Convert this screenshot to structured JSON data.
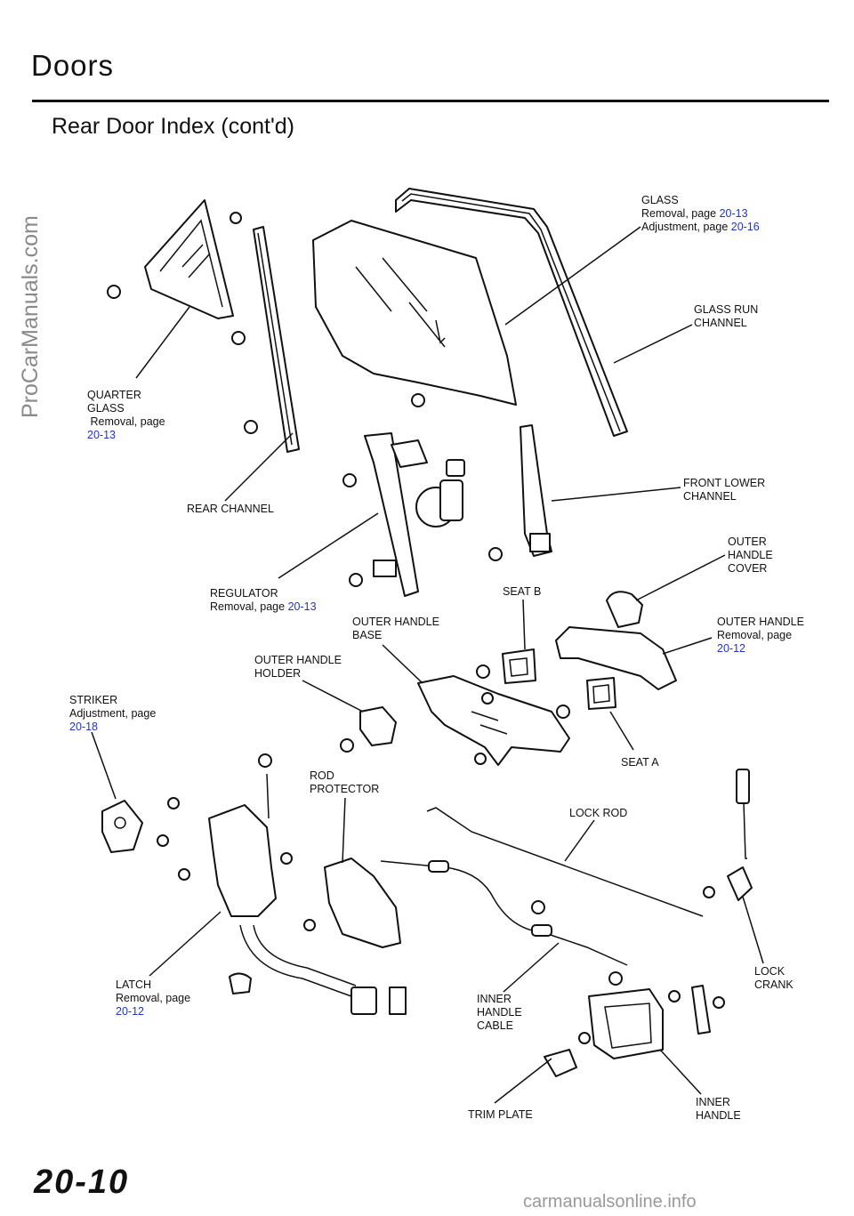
{
  "header": {
    "section_title": "Doors",
    "page_subtitle": "Rear Door Index (cont'd)"
  },
  "watermark": "ProCarManuals.com",
  "page_number": "20-10",
  "footer_site": "carmanualsonline.info",
  "labels": {
    "glass": {
      "name": "GLASS",
      "removal": "Removal, page ",
      "removal_page": "20-13",
      "adjust": "Adjustment, page ",
      "adjust_page": "20-16"
    },
    "glass_run": {
      "line1": "GLASS RUN",
      "line2": "CHANNEL"
    },
    "quarter_glass": {
      "line1": "QUARTER",
      "line2": "GLASS",
      "removal": "Removal, page",
      "removal_page": "20-13"
    },
    "rear_channel": {
      "name": "REAR CHANNEL"
    },
    "front_lower": {
      "line1": "FRONT LOWER",
      "line2": "CHANNEL"
    },
    "outer_handle_cover": {
      "line1": "OUTER",
      "line2": "HANDLE",
      "line3": "COVER"
    },
    "regulator": {
      "name": "REGULATOR",
      "removal": "Removal, page ",
      "removal_page": "20-13"
    },
    "seat_b": {
      "name": "SEAT B"
    },
    "outer_handle_base": {
      "line1": "OUTER HANDLE",
      "line2": "BASE"
    },
    "outer_handle": {
      "name": "OUTER HANDLE",
      "removal": "Removal, page",
      "removal_page": "20-12"
    },
    "outer_handle_holder": {
      "line1": "OUTER HANDLE",
      "line2": "HOLDER"
    },
    "striker": {
      "name": "STRIKER",
      "adjust": "Adjustment, page",
      "adjust_page": "20-18"
    },
    "seat_a": {
      "name": "SEAT A"
    },
    "rod_protector": {
      "line1": "ROD",
      "line2": "PROTECTOR"
    },
    "lock_rod": {
      "name": "LOCK ROD"
    },
    "lock_crank": {
      "line1": "LOCK",
      "line2": "CRANK"
    },
    "latch": {
      "name": "LATCH",
      "removal": "Removal, page",
      "removal_page": "20-12"
    },
    "inner_handle_cable": {
      "line1": "INNER",
      "line2": "HANDLE",
      "line3": "CABLE"
    },
    "trim_plate": {
      "name": "TRIM PLATE"
    },
    "inner_handle": {
      "line1": "INNER",
      "line2": "HANDLE"
    }
  }
}
